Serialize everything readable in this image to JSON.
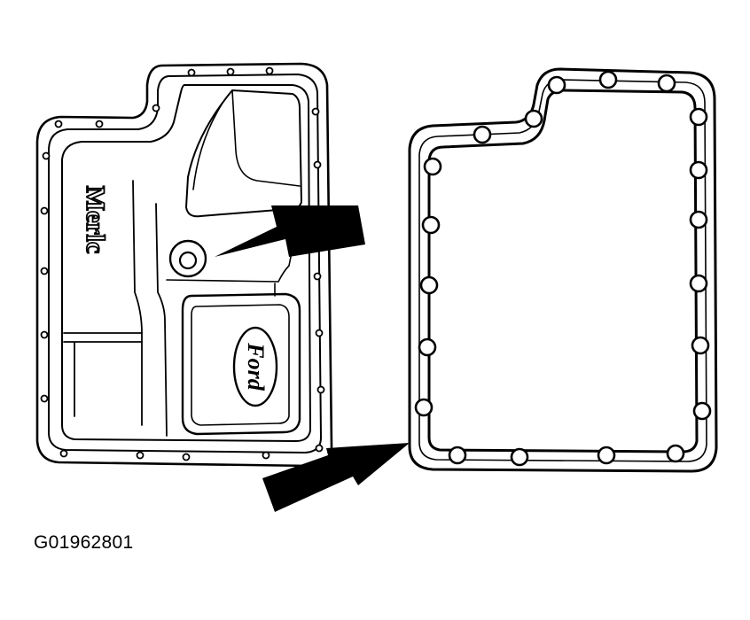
{
  "figure": {
    "id_label": "G01962801",
    "pan_embossed_text": "Merlc",
    "pan_logo_text": "Ford",
    "ink_color": "#000000",
    "paper_color": "#ffffff"
  }
}
